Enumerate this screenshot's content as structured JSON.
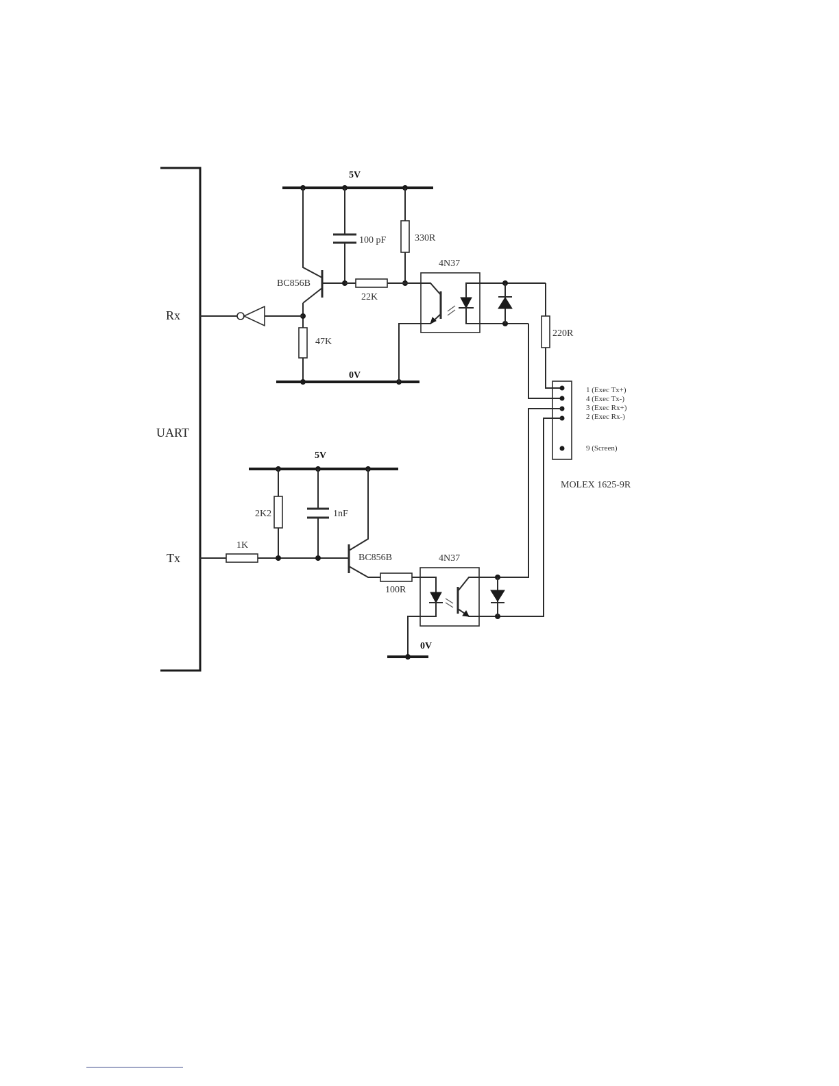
{
  "uart": {
    "label": "UART",
    "rx": "Rx",
    "tx": "Tx"
  },
  "rx_circuit": {
    "supply": "5V",
    "ground": "0V",
    "transistor": "BC856B",
    "cap": "100 pF",
    "r_pullup": "330R",
    "r_base": "22K",
    "r_pulldown": "47K",
    "opto": "4N37",
    "r_line": "220R"
  },
  "tx_circuit": {
    "supply": "5V",
    "ground": "0V",
    "transistor": "BC856B",
    "r_pullup": "2K2",
    "cap": "1nF",
    "r_input": "1K",
    "r_output": "100R",
    "opto": "4N37"
  },
  "connector": {
    "name": "MOLEX  1625-9R",
    "pins": [
      "1 (Exec Tx+)",
      "4 (Exec Tx-)",
      "3 (Exec Rx+)",
      "2 (Exec Rx-)",
      "9 (Screen)"
    ]
  }
}
